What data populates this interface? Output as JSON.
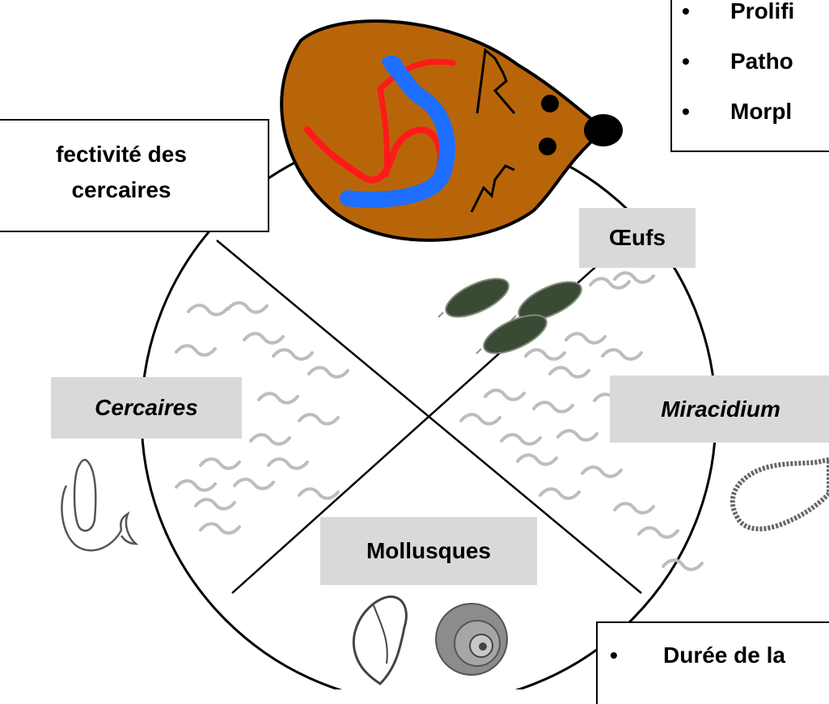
{
  "boxes": {
    "infectivity": "fectivité des\ncercaires",
    "top_right": [
      "Prolifi",
      "Patho",
      "Morpl"
    ],
    "bottom_right": [
      "Durée de la"
    ]
  },
  "stages": {
    "eggs": "Œufs",
    "cercariae": "Cercaires",
    "miracidium": "Miracidium",
    "molluscs": "Mollusques"
  },
  "bullet_glyph": "•",
  "colors": {
    "host_body": "#b8650a",
    "worm_male": "#1e6fff",
    "worm_female": "#ff1a1a",
    "label_bg": "#d9d9d9",
    "water": "#bfbfbf"
  }
}
